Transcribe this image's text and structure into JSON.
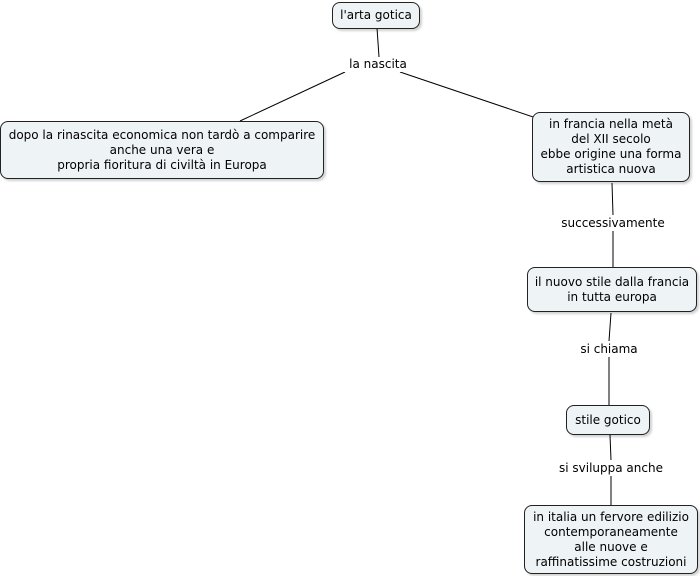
{
  "map": {
    "root": {
      "lines": [
        "l'arta gotica"
      ]
    },
    "link_birth": "la nascita",
    "left_node": {
      "lines": [
        "dopo la rinascita economica non tardò a comparire",
        "anche una vera e",
        "propria fioritura di civiltà in Europa"
      ]
    },
    "right_node": {
      "lines": [
        "in francia nella metà",
        "del XII secolo",
        "ebbe origine una forma",
        "artistica nuova"
      ]
    },
    "link_then": "successivamente",
    "spread_node": {
      "lines": [
        "il nuovo stile dalla francia",
        "in tutta europa"
      ]
    },
    "link_called": "si chiama",
    "style_node": {
      "lines": [
        "stile gotico"
      ]
    },
    "link_develops": "si sviluppa anche",
    "italy_node": {
      "lines": [
        "in italia un fervore edilizio",
        "contemporaneamente",
        "alle nuove e",
        "raffinatissime costruzioni"
      ]
    }
  },
  "colors": {
    "node_fill": "#eef3f6",
    "node_border": "#222222",
    "line": "#000000"
  }
}
